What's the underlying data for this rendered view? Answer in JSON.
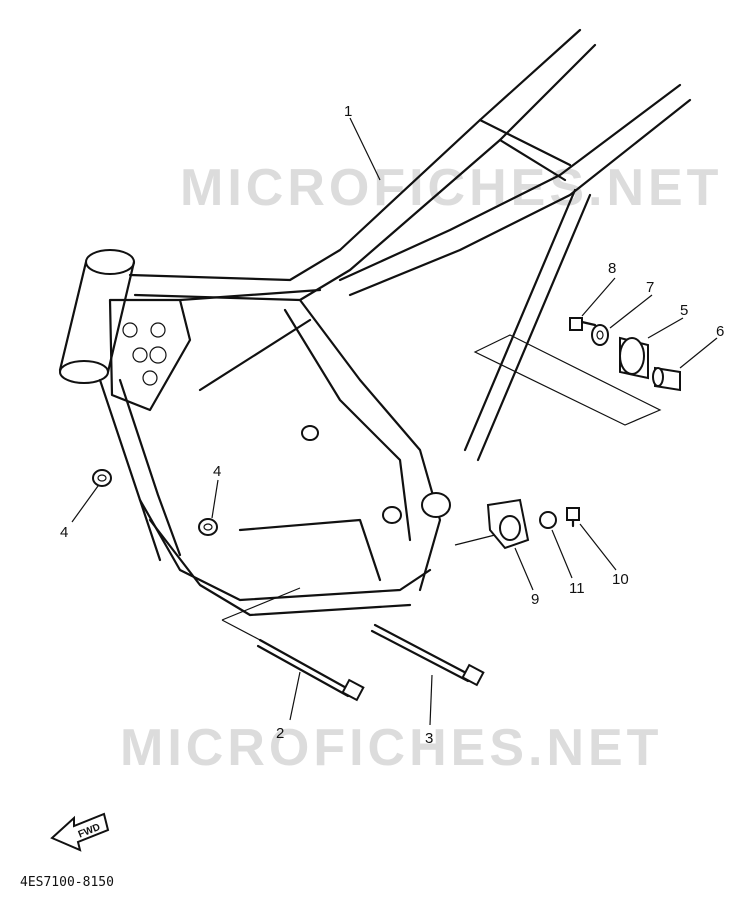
{
  "watermark": "MICROFICHES.NET",
  "drawing_code": "4ES7100-8150",
  "fwd_label": "FWD",
  "callouts": [
    {
      "id": "1",
      "label": "1"
    },
    {
      "id": "2",
      "label": "2"
    },
    {
      "id": "3",
      "label": "3"
    },
    {
      "id": "4a",
      "label": "4"
    },
    {
      "id": "4b",
      "label": "4"
    },
    {
      "id": "5",
      "label": "5"
    },
    {
      "id": "6",
      "label": "6"
    },
    {
      "id": "7",
      "label": "7"
    },
    {
      "id": "8",
      "label": "8"
    },
    {
      "id": "9",
      "label": "9"
    },
    {
      "id": "10",
      "label": "10"
    },
    {
      "id": "11",
      "label": "11"
    }
  ]
}
